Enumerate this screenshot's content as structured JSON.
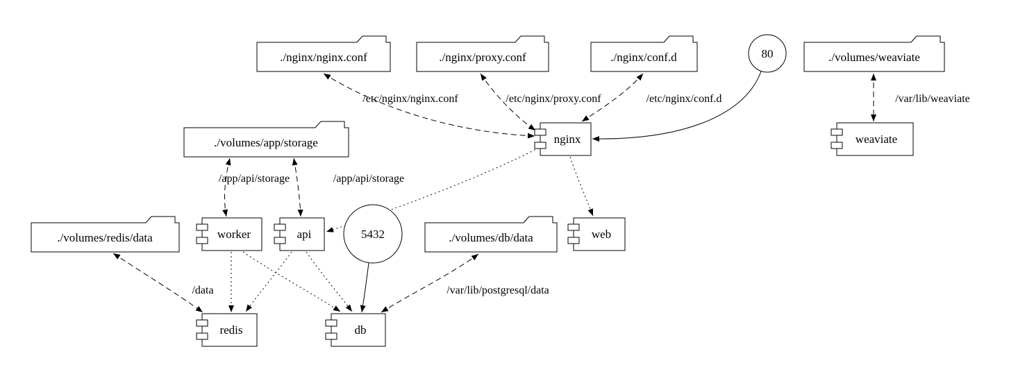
{
  "colors": {
    "stroke": "#000000",
    "background": "#ffffff"
  },
  "nodes": {
    "nginx_conf": {
      "label": "./nginx/nginx.conf",
      "shape": "folder"
    },
    "proxy_conf": {
      "label": "./nginx/proxy.conf",
      "shape": "folder"
    },
    "conf_d": {
      "label": "./nginx/conf.d",
      "shape": "folder"
    },
    "port_80": {
      "label": "80",
      "shape": "circle"
    },
    "volumes_weaviate": {
      "label": "./volumes/weaviate",
      "shape": "folder"
    },
    "app_storage": {
      "label": "./volumes/app/storage",
      "shape": "folder"
    },
    "nginx": {
      "label": "nginx",
      "shape": "component"
    },
    "weaviate": {
      "label": "weaviate",
      "shape": "component"
    },
    "redis_data": {
      "label": "./volumes/redis/data",
      "shape": "folder"
    },
    "worker": {
      "label": "worker",
      "shape": "component"
    },
    "api": {
      "label": "api",
      "shape": "component"
    },
    "port_5432": {
      "label": "5432",
      "shape": "circle"
    },
    "db_data": {
      "label": "./volumes/db/data",
      "shape": "folder"
    },
    "web": {
      "label": "web",
      "shape": "component"
    },
    "redis": {
      "label": "redis",
      "shape": "component"
    },
    "db": {
      "label": "db",
      "shape": "component"
    }
  },
  "edge_labels": {
    "nginx_conf_mount": "/etc/nginx/nginx.conf",
    "proxy_conf_mount": "/etc/nginx/proxy.conf",
    "conf_d_mount": "/etc/nginx/conf.d",
    "weaviate_mount": "/var/lib/weaviate",
    "worker_storage_mount": "/app/api/storage",
    "api_storage_mount": "/app/api/storage",
    "redis_mount": "/data",
    "db_mount": "/var/lib/postgresql/data"
  },
  "edges": [
    {
      "from": "nginx",
      "to": "nginx_conf",
      "style": "dashed",
      "bidirectional": true,
      "label": "/etc/nginx/nginx.conf"
    },
    {
      "from": "nginx",
      "to": "proxy_conf",
      "style": "dashed",
      "bidirectional": true,
      "label": "/etc/nginx/proxy.conf"
    },
    {
      "from": "nginx",
      "to": "conf_d",
      "style": "dashed",
      "bidirectional": true,
      "label": "/etc/nginx/conf.d"
    },
    {
      "from": "port_80",
      "to": "nginx",
      "style": "solid",
      "bidirectional": false,
      "label": ""
    },
    {
      "from": "weaviate",
      "to": "volumes_weaviate",
      "style": "dashed",
      "bidirectional": true,
      "label": "/var/lib/weaviate"
    },
    {
      "from": "worker",
      "to": "app_storage",
      "style": "dashed",
      "bidirectional": true,
      "label": "/app/api/storage"
    },
    {
      "from": "api",
      "to": "app_storage",
      "style": "dashed",
      "bidirectional": true,
      "label": "/app/api/storage"
    },
    {
      "from": "nginx",
      "to": "api",
      "style": "dotted",
      "bidirectional": false,
      "label": ""
    },
    {
      "from": "nginx",
      "to": "web",
      "style": "dotted",
      "bidirectional": false,
      "label": ""
    },
    {
      "from": "worker",
      "to": "redis",
      "style": "dotted",
      "bidirectional": false,
      "label": ""
    },
    {
      "from": "worker",
      "to": "db",
      "style": "dotted",
      "bidirectional": false,
      "label": ""
    },
    {
      "from": "api",
      "to": "redis",
      "style": "dotted",
      "bidirectional": false,
      "label": ""
    },
    {
      "from": "api",
      "to": "db",
      "style": "dotted",
      "bidirectional": false,
      "label": ""
    },
    {
      "from": "redis",
      "to": "redis_data",
      "style": "dashed",
      "bidirectional": true,
      "label": "/data"
    },
    {
      "from": "db",
      "to": "db_data",
      "style": "dashed",
      "bidirectional": true,
      "label": "/var/lib/postgresql/data"
    },
    {
      "from": "port_5432",
      "to": "db",
      "style": "solid",
      "bidirectional": false,
      "label": ""
    }
  ]
}
